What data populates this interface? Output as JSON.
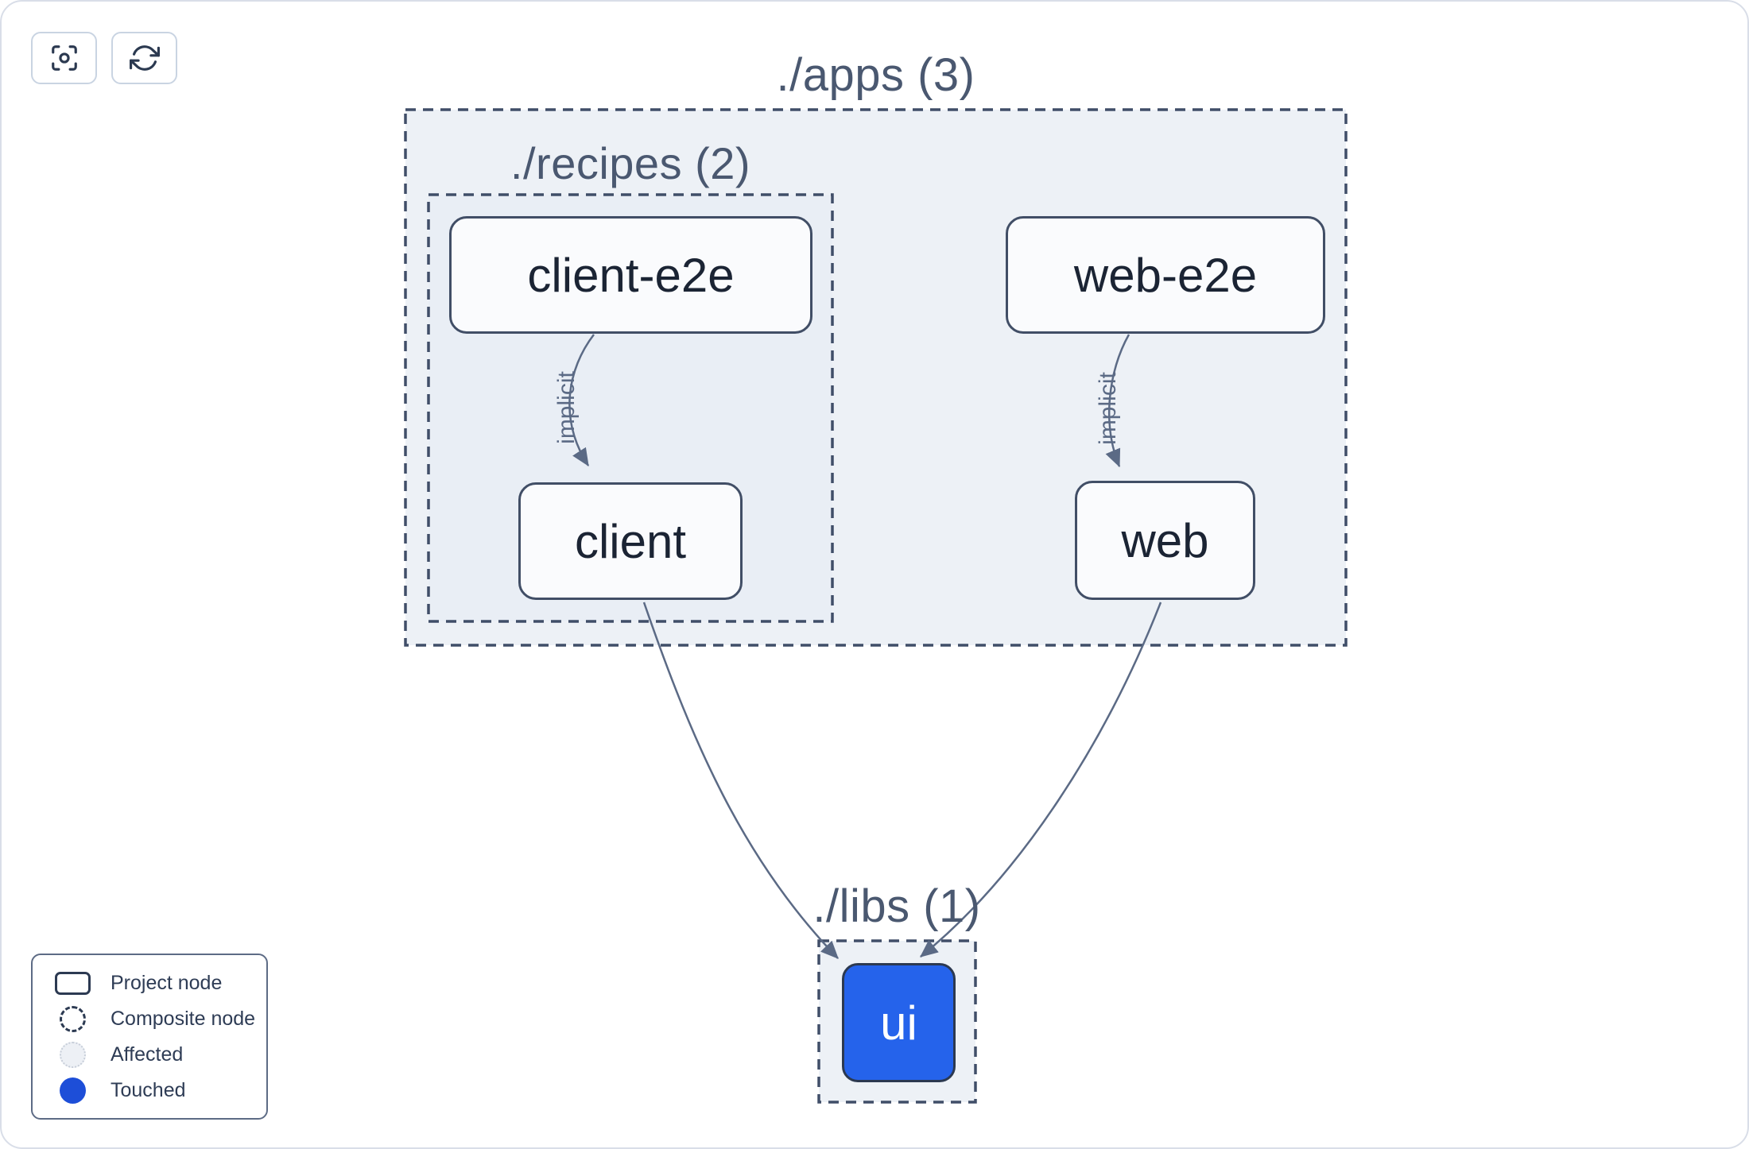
{
  "toolbar": {
    "buttons": [
      {
        "icon": "focus-icon"
      },
      {
        "icon": "refresh-icon"
      }
    ]
  },
  "graph": {
    "containers": [
      {
        "id": "apps",
        "label": "./apps (3)",
        "count": 3
      },
      {
        "id": "recipes",
        "label": "./recipes (2)",
        "count": 2
      },
      {
        "id": "libs",
        "label": "./libs (1)",
        "count": 1
      }
    ],
    "nodes": [
      {
        "id": "client-e2e",
        "label": "client-e2e",
        "state": "default"
      },
      {
        "id": "web-e2e",
        "label": "web-e2e",
        "state": "default"
      },
      {
        "id": "client",
        "label": "client",
        "state": "default"
      },
      {
        "id": "web",
        "label": "web",
        "state": "default"
      },
      {
        "id": "ui",
        "label": "ui",
        "state": "touched"
      }
    ],
    "edges": [
      {
        "from": "client-e2e",
        "to": "client",
        "label": "implicit"
      },
      {
        "from": "web-e2e",
        "to": "web",
        "label": "implicit"
      },
      {
        "from": "client",
        "to": "ui",
        "label": ""
      },
      {
        "from": "web",
        "to": "ui",
        "label": ""
      }
    ]
  },
  "legend": {
    "items": [
      {
        "icon": "project-node-swatch",
        "label": "Project node"
      },
      {
        "icon": "composite-node-swatch",
        "label": "Composite node"
      },
      {
        "icon": "affected-swatch",
        "label": "Affected"
      },
      {
        "icon": "touched-swatch",
        "label": "Touched"
      }
    ]
  },
  "colors": {
    "touched_node_fill": "#2563eb",
    "touched_legend_fill": "#1d4ed8",
    "edge_stroke": "#5b6a85",
    "container_border": "#404e68",
    "container_fill": "#edf1f6",
    "node_border": "#414e66",
    "node_fill": "#fafbfd",
    "node_text": "#1b2434",
    "group_title_text": "#4a5870",
    "canvas_border": "#d9dee8"
  }
}
